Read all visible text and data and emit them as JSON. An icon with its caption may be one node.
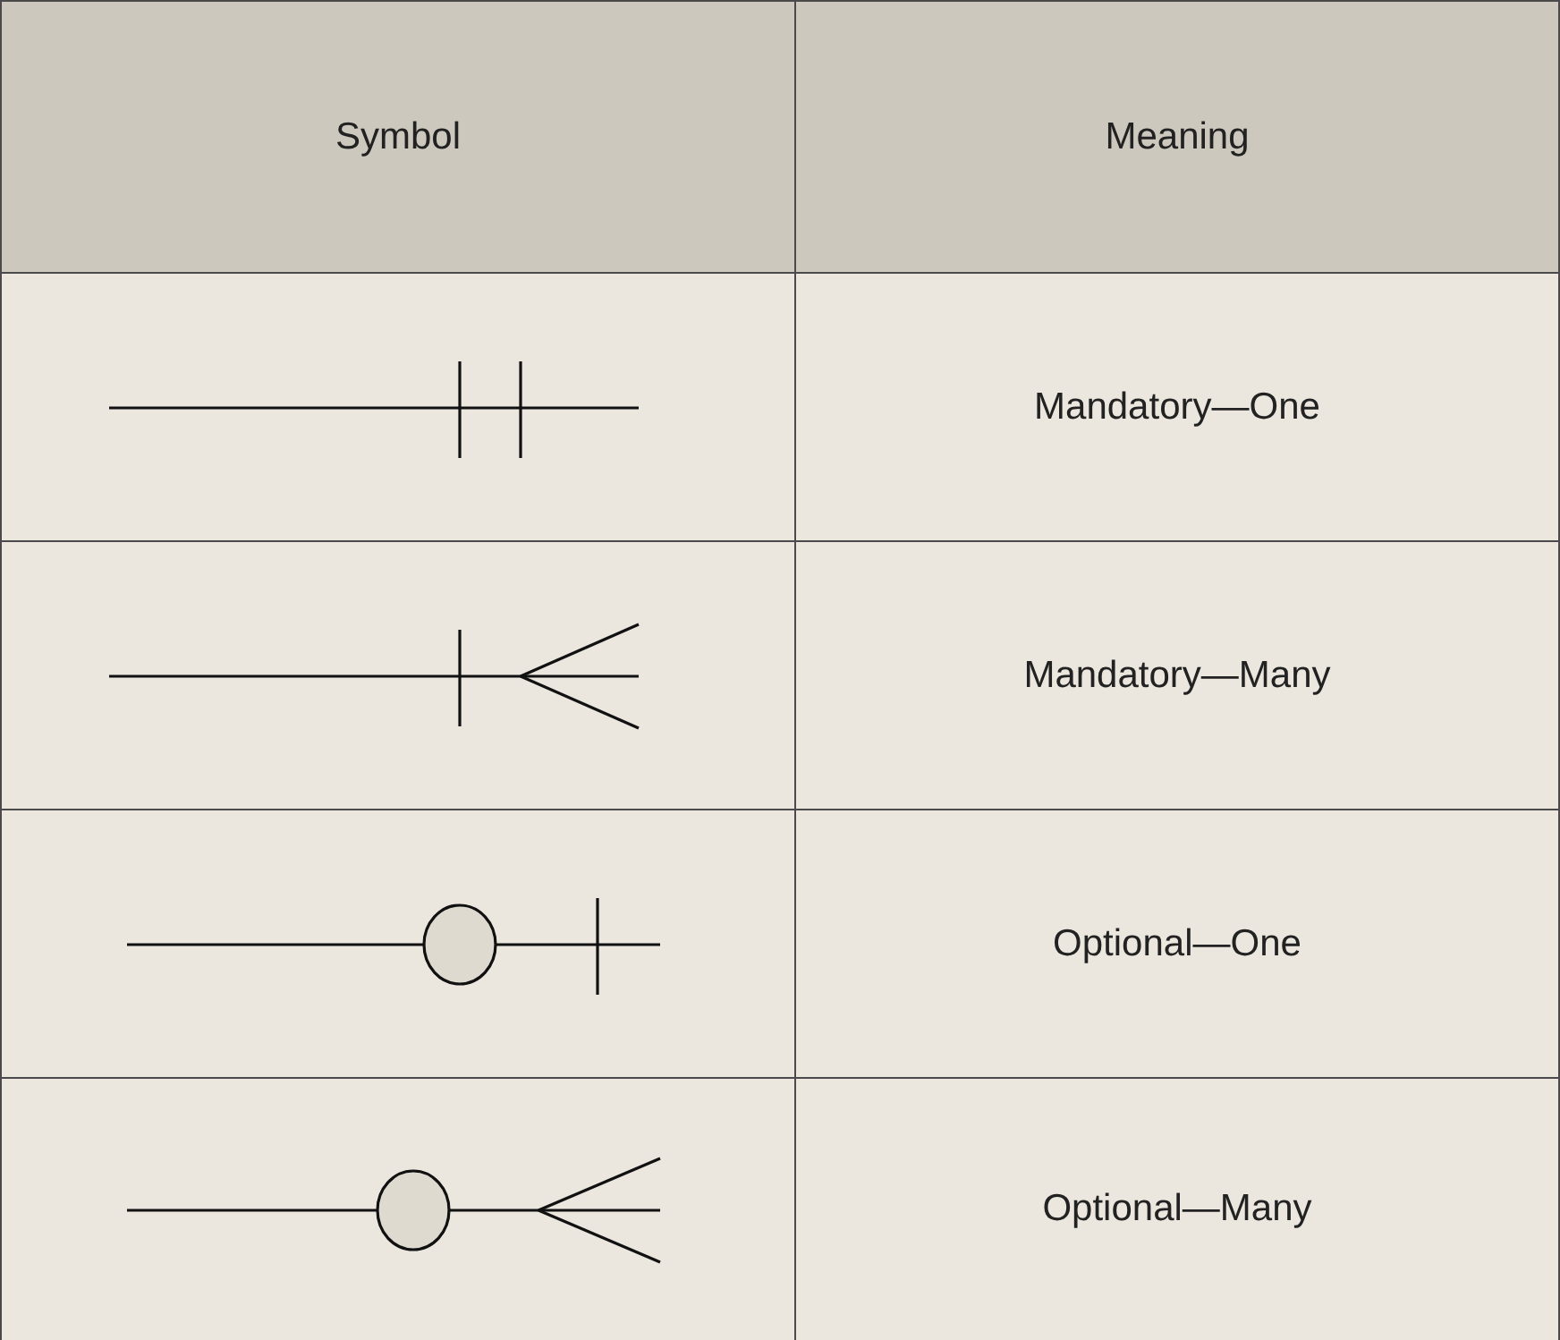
{
  "diagram": {
    "labels": [
      "Symbol",
      "Meaning",
      "Mandatory—One",
      "Mandatory—Many",
      "Optional—One",
      "Optional—Many"
    ]
  }
}
